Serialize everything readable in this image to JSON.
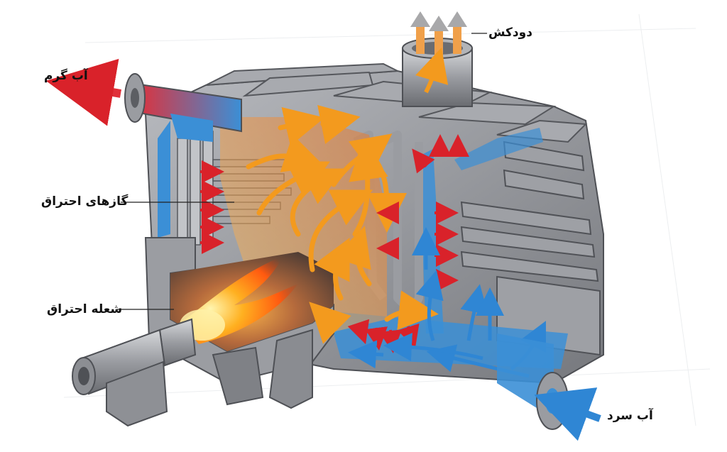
{
  "labels": {
    "hot_water": "آب گرم",
    "chimney": "دودکش",
    "combustion_gases": "گازهای احتراق",
    "combustion_flame": "شعله احتراق",
    "cold_water": "آب سرد"
  },
  "colors": {
    "casing": "#8e9095",
    "casing_light": "#c7c9cd",
    "casing_dark": "#5c5e63",
    "water_cold": "#3b8fd6",
    "water_hot": "#e0303a",
    "gas_flow": "#f39a1e",
    "flame": "#ff7a00",
    "leader_line": "#222222"
  },
  "icons": [
    "arrow-icon",
    "flange-icon",
    "flame-icon"
  ]
}
